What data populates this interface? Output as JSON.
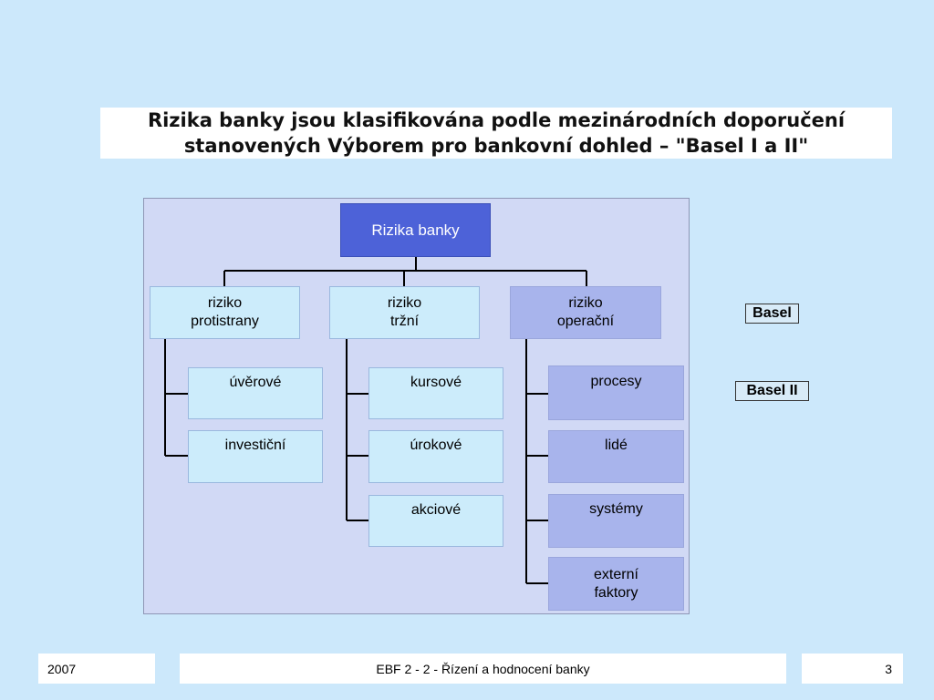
{
  "title": {
    "line1": "Rizika banky jsou klasifikována podle mezinárodních doporučení",
    "line2": "stanovených Výborem pro bankovní dohled – \"Basel I a II\""
  },
  "diagram": {
    "root": "Rizika banky",
    "categories": [
      {
        "line1": "riziko",
        "line2": "protistrany",
        "children": [
          "úvěrové",
          "investiční"
        ]
      },
      {
        "line1": "riziko",
        "line2": "tržní",
        "children": [
          "kursové",
          "úrokové",
          "akciové"
        ]
      },
      {
        "line1": "riziko",
        "line2": "operační",
        "children": [
          "procesy",
          "lidé",
          "systémy",
          "externí faktory"
        ]
      }
    ],
    "op_last_line1": "externí",
    "op_last_line2": "faktory"
  },
  "labels": {
    "basel1": "Basel",
    "basel2": "Basel II"
  },
  "footer": {
    "year": "2007",
    "course": "EBF 2 - 2 - Řízení a hodnocení banky",
    "page": "3"
  },
  "colors": {
    "background": "#cce8fb",
    "root": "#4d62d8",
    "light_box": "#ccecfb",
    "operational_box": "#a8b4ec"
  }
}
